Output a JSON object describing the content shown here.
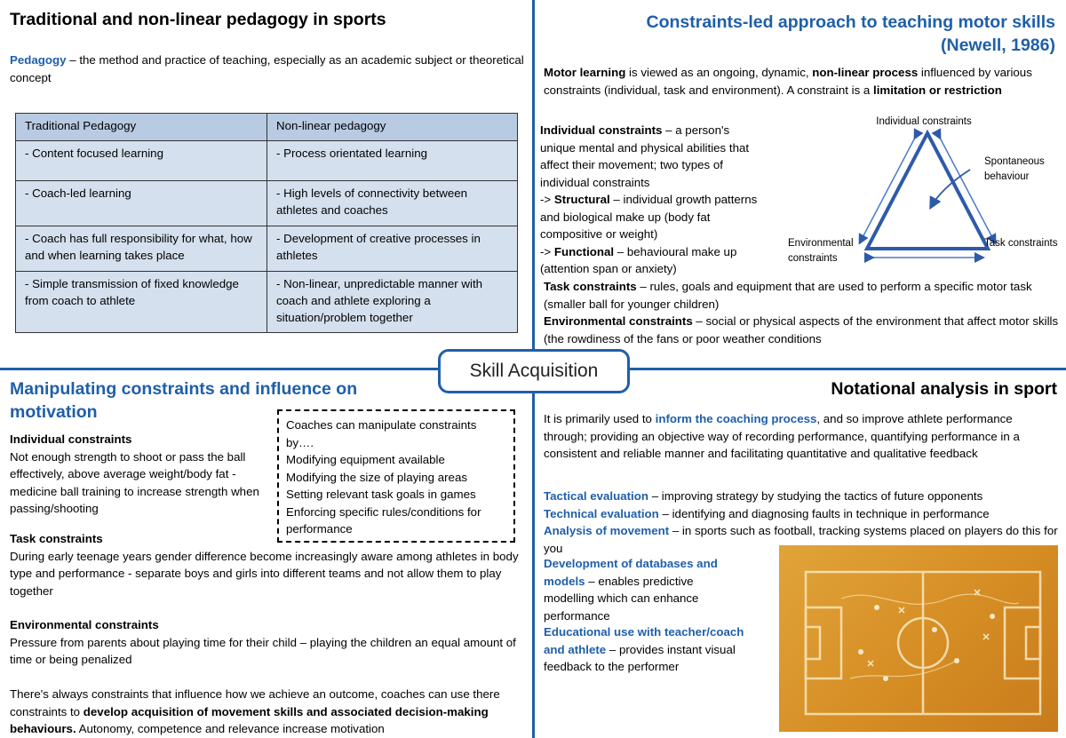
{
  "center": {
    "title": "Skill Acquisition"
  },
  "tl": {
    "title": "Traditional and non-linear pedagogy in sports",
    "def_term": "Pedagogy",
    "def_text": " – the method and practice of teaching, especially as an academic subject or theoretical concept",
    "table": {
      "headers": [
        "Traditional Pedagogy",
        "Non-linear pedagogy"
      ],
      "rows": [
        [
          "- Content focused learning",
          "- Process orientated learning"
        ],
        [
          "- Coach-led learning",
          "- High levels of connectivity between athletes and coaches"
        ],
        [
          "- Coach has full responsibility for what, how and when learning takes place",
          "- Development of creative processes in athletes"
        ],
        [
          "- Simple transmission of fixed knowledge from coach to athlete",
          "- Non-linear, unpredictable manner with coach and athlete exploring a situation/problem together"
        ]
      ]
    }
  },
  "tr": {
    "title1": "Constraints-led approach to teaching motor skills",
    "title2": "(Newell, 1986)",
    "ml_a": "Motor learning",
    "ml_b": " is viewed as an ongoing, dynamic, ",
    "ml_c": "non-linear process",
    "ml_d": " influenced by various constraints (individual, task and environment). A constraint is a ",
    "ml_e": "limitation or restriction",
    "ind_term": "Individual constraints",
    "ind_text": " – a person's unique mental and physical abilities that affect their movement; two types of individual constraints",
    "struct_pre": "-> ",
    "struct_term": "Structural",
    "struct_text": " – individual growth patterns and biological make up (body fat compositive or weight)",
    "func_pre": "-> ",
    "func_term": "Functional",
    "func_text": " – behavioural make up (attention span or anxiety)",
    "task_term": "Task constraints",
    "task_text": " – rules, goals and equipment that are used to perform a specific motor task (smaller ball for younger children)",
    "env_term": "Environmental constraints",
    "env_text": " – social or physical aspects of the environment that affect motor skills (the rowdiness of the fans or poor weather conditions",
    "diagram": {
      "top": "Individual constraints",
      "left1": "Environmental",
      "left2": "constraints",
      "right": "Task constraints",
      "spont1": "Spontaneous",
      "spont2": "behaviour"
    }
  },
  "bl": {
    "title1": "Manipulating constraints and influence on",
    "title2": "motivation",
    "ind_head": "Individual constraints",
    "ind_text": " Not enough strength to shoot or pass the ball effectively, above average weight/body fat - medicine ball training to increase strength when passing/shooting",
    "box": [
      "Coaches can manipulate constraints by….",
      "Modifying equipment available",
      "Modifying the size of playing areas",
      "Setting relevant task goals in games",
      "Enforcing specific rules/conditions for performance"
    ],
    "task_head": "Task constraints",
    "task_text": "During early teenage years gender difference become increasingly aware among athletes in body type and performance - separate boys and girls into different teams and not allow them to play together",
    "env_head": "Environmental constraints",
    "env_text": "Pressure from parents about playing time for their child – playing the children an equal amount of time or being penalized",
    "final_a": "There's always constraints that influence how we achieve an outcome, coaches can use there constraints to ",
    "final_b": "develop acquisition of movement skills and associated decision-making behaviours.",
    "final_c": " Autonomy, competence and relevance increase motivation"
  },
  "br": {
    "title": "Notational analysis in sport",
    "intro_a": "It is primarily used to ",
    "intro_b": "inform the coaching process",
    "intro_c": ", and so improve athlete performance through; providing an objective way of recording performance, quantifying performance in a consistent and reliable manner and facilitating quantitative and qualitative feedback",
    "tac_term": "Tactical evaluation",
    "tac_text": " – improving strategy by studying the tactics of future opponents",
    "tech_term": "Technical evaluation",
    "tech_text": " – identifying and diagnosing faults in technique in performance",
    "mov_term": "Analysis of movement",
    "mov_text": " – in sports such as football, tracking systems placed on players do this for you",
    "db_term": "Development of databases and models",
    "db_text": " – enables predictive modelling which can enhance performance",
    "edu_term": "Educational use with teacher/coach and athlete",
    "edu_text": " – provides instant visual feedback to the performer"
  },
  "colors": {
    "accent": "#1f5fa8",
    "table_bg": "#d5e0ee",
    "pitch": "#d9922a"
  }
}
